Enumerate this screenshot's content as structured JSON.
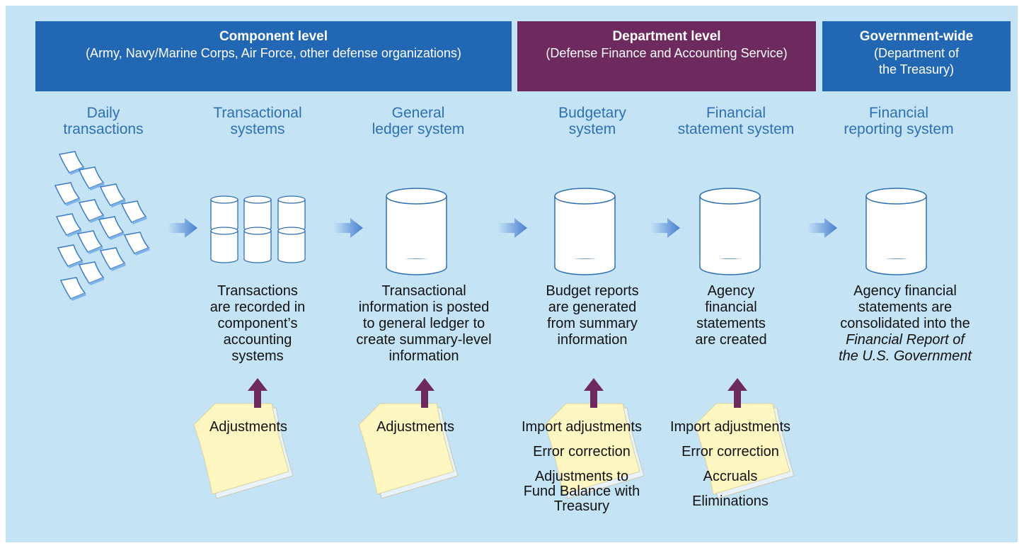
{
  "headers": {
    "component": {
      "title": "Component level",
      "subtitle": "(Army, Navy/Marine Corps, Air Force, other defense organizations)"
    },
    "department": {
      "title": "Department level",
      "subtitle": "(Defense Finance and Accounting Service)"
    },
    "government": {
      "title": "Government-wide",
      "subtitle_line1": "(Department of",
      "subtitle_line2": "the Treasury)"
    }
  },
  "stages": [
    {
      "line1": "Daily",
      "line2": "transactions"
    },
    {
      "line1": "Transactional",
      "line2": "systems"
    },
    {
      "line1": "General",
      "line2": "ledger system"
    },
    {
      "line1": "Budgetary",
      "line2": "system"
    },
    {
      "line1": "Financial",
      "line2": "statement system"
    },
    {
      "line1": "Financial",
      "line2": "reporting system"
    }
  ],
  "descriptions": {
    "transactional": [
      "Transactions",
      "are recorded in",
      "component’s",
      "accounting",
      "systems"
    ],
    "general_ledger": [
      "Transactional",
      "information is posted",
      "to general ledger to",
      "create summary-level",
      "information"
    ],
    "budgetary": [
      "Budget reports",
      "are generated",
      "from summary",
      "information"
    ],
    "financial_statement": [
      "Agency",
      "financial",
      "statements",
      "are created"
    ],
    "reporting": [
      "Agency financial",
      "statements are",
      "consolidated into the"
    ],
    "reporting_italic": [
      "Financial Report of",
      "the U.S. Government"
    ]
  },
  "adjustments": {
    "transactional": [
      "Adjustments"
    ],
    "general_ledger": [
      "Adjustments"
    ],
    "budgetary": [
      "Import adjustments",
      "Error correction",
      "Adjustments to Fund Balance with Treasury"
    ],
    "financial_statement": [
      "Import adjustments",
      "Error correction",
      "Accruals",
      "Eliminations"
    ]
  },
  "colors": {
    "background": "#c4e4f6",
    "component_header": "#2167b4",
    "department_header": "#6e2a5e",
    "stage_text": "#2f6fb4",
    "arrow_up": "#6e2a5e",
    "arrow_right": "#4a7fd0",
    "note": "#fff7c2"
  }
}
